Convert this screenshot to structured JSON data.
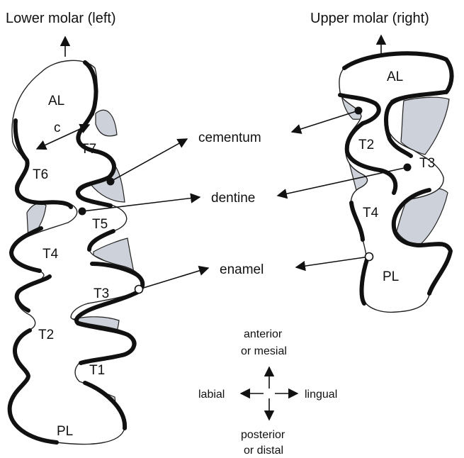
{
  "titles": {
    "lower": "Lower molar (left)",
    "upper": "Upper molar (right)"
  },
  "tissues": {
    "cementum": "cementum",
    "dentine": "dentine",
    "enamel": "enamel"
  },
  "lower_molar": {
    "al": "AL",
    "c": "c",
    "t7": "T7",
    "t6": "T6",
    "t5": "T5",
    "t4": "T4",
    "t3": "T3",
    "t2": "T2",
    "t1": "T1",
    "pl": "PL"
  },
  "upper_molar": {
    "al": "AL",
    "t2": "T2",
    "t3": "T3",
    "t4": "T4",
    "pl": "PL"
  },
  "orientation": {
    "anterior_line1": "anterior",
    "anterior_line2": "or mesial",
    "labial": "labial",
    "lingual": "lingual",
    "posterior_line1": "posterior",
    "posterior_line2": "or distal"
  },
  "colors": {
    "cementum_fill": "#cdd1d9",
    "enamel_stroke": "#111111",
    "dentine_fill": "#ffffff"
  }
}
